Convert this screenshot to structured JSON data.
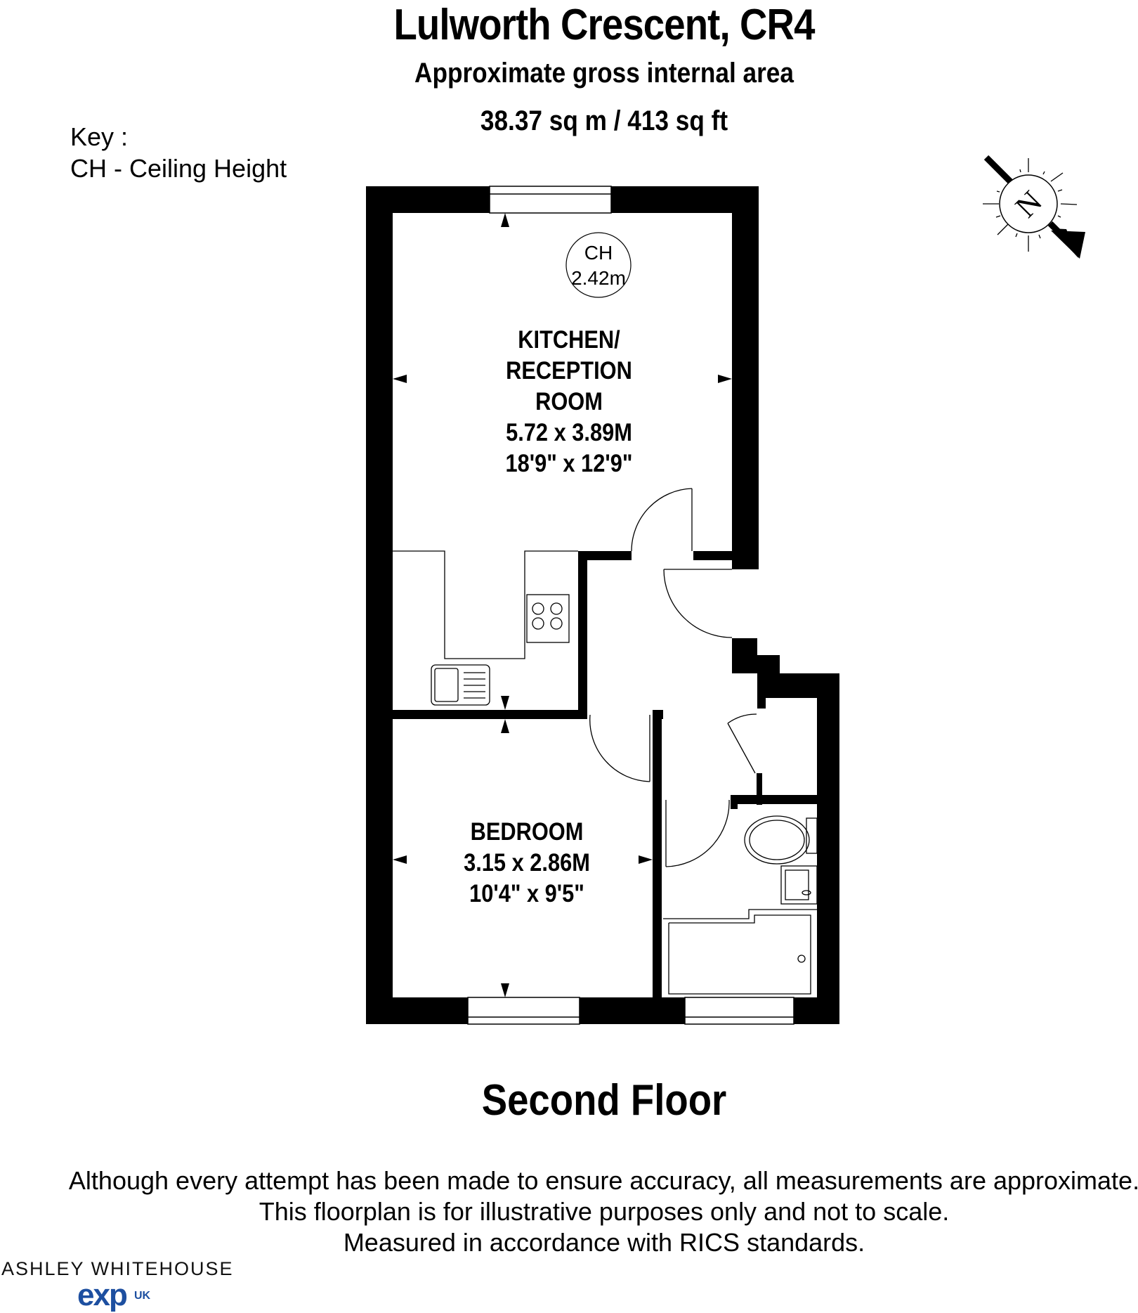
{
  "header": {
    "title": "Lulworth Crescent, CR4",
    "subtitle": "Approximate gross internal area",
    "area": "38.37 sq m / 413 sq ft"
  },
  "key": {
    "heading": "Key :",
    "items": [
      "CH - Ceiling Height"
    ]
  },
  "compass": {
    "icon": "north-arrow-icon",
    "letter": "N"
  },
  "ceiling_height": {
    "label": "CH",
    "value": "2.42m"
  },
  "rooms": [
    {
      "name_lines": [
        "KITCHEN/",
        "RECEPTION",
        "ROOM"
      ],
      "metric": "5.72 x 3.89M",
      "imperial": "18'9\" x 12'9\""
    },
    {
      "name_lines": [
        "BEDROOM"
      ],
      "metric": "3.15 x 2.86M",
      "imperial": "10'4\" x 9'5\""
    }
  ],
  "floor_label": "Second Floor",
  "disclaimer": [
    "Although every attempt has been made to ensure accuracy, all measurements are approximate.",
    "This floorplan is for illustrative purposes only and not to scale.",
    "Measured in accordance with RICS standards."
  ],
  "branding": {
    "agency": "ASHLEY WHITEHOUSE",
    "network": "exp",
    "region": "UK",
    "brand_color": "#1d4fa0"
  }
}
